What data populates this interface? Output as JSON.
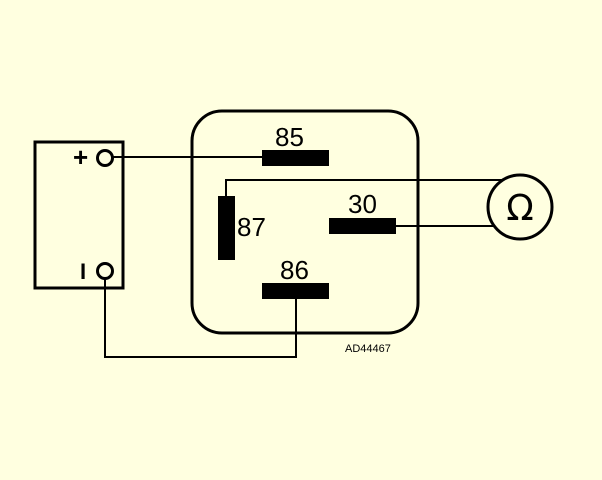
{
  "diagram": {
    "battery": {
      "positive_symbol": "+",
      "negative_symbol": "I"
    },
    "relay": {
      "pins": [
        {
          "label": "85"
        },
        {
          "label": "87"
        },
        {
          "label": "30"
        },
        {
          "label": "86"
        }
      ]
    },
    "meter": {
      "symbol": "Ω"
    },
    "reference_code": "AD44467",
    "colors": {
      "background": "#ffffe0",
      "line": "#000000"
    }
  }
}
